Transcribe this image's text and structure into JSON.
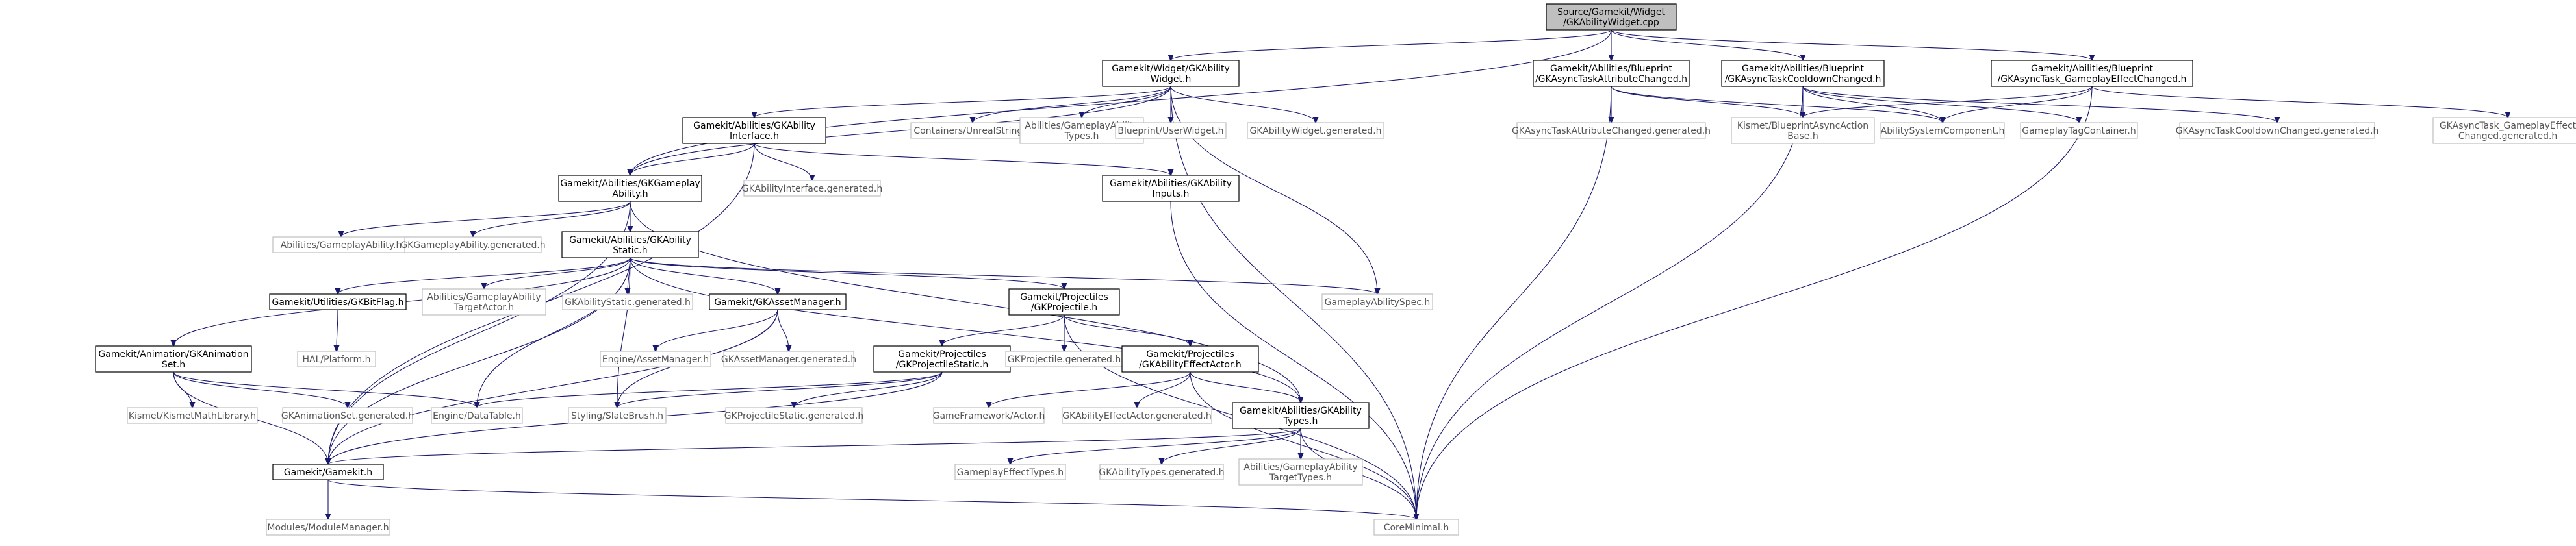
{
  "diagram": {
    "type": "include-dependency-graph",
    "edge_color": "#191970",
    "root_fill": "#bfbfbf",
    "external_border": "#bfbfbf",
    "nodes": [
      {
        "id": "root",
        "lines": [
          "Source/Gamekit/Widget",
          "/GKAbilityWidget.cpp"
        ],
        "kind": "root"
      },
      {
        "id": "widget_h",
        "lines": [
          "Gamekit/Widget/GKAbility",
          "Widget.h"
        ],
        "kind": "doc"
      },
      {
        "id": "attr_h",
        "lines": [
          "Gamekit/Abilities/Blueprint",
          "/GKAsyncTaskAttributeChanged.h"
        ],
        "kind": "doc"
      },
      {
        "id": "cool_h",
        "lines": [
          "Gamekit/Abilities/Blueprint",
          "/GKAsyncTaskCooldownChanged.h"
        ],
        "kind": "doc"
      },
      {
        "id": "gep_h",
        "lines": [
          "Gamekit/Abilities/Blueprint",
          "/GKAsyncTask_GameplayEffectChanged.h"
        ],
        "kind": "doc"
      },
      {
        "id": "iface_h",
        "lines": [
          "Gamekit/Abilities/GKAbility",
          "Interface.h"
        ],
        "kind": "doc"
      },
      {
        "id": "unrealstr",
        "lines": [
          "Containers/UnrealString.h"
        ],
        "kind": "ext"
      },
      {
        "id": "abtypes",
        "lines": [
          "Abilities/GameplayAbility",
          "Types.h"
        ],
        "kind": "ext"
      },
      {
        "id": "userwidget",
        "lines": [
          "Blueprint/UserWidget.h"
        ],
        "kind": "ext"
      },
      {
        "id": "widgetgen",
        "lines": [
          "GKAbilityWidget.generated.h"
        ],
        "kind": "ext"
      },
      {
        "id": "attrgen",
        "lines": [
          "GKAsyncTaskAttributeChanged.generated.h"
        ],
        "kind": "ext"
      },
      {
        "id": "asyncbase",
        "lines": [
          "Kismet/BlueprintAsyncAction",
          "Base.h"
        ],
        "kind": "ext"
      },
      {
        "id": "asc",
        "lines": [
          "AbilitySystemComponent.h"
        ],
        "kind": "ext"
      },
      {
        "id": "tagcont",
        "lines": [
          "GameplayTagContainer.h"
        ],
        "kind": "ext"
      },
      {
        "id": "coolgen",
        "lines": [
          "GKAsyncTaskCooldownChanged.generated.h"
        ],
        "kind": "ext"
      },
      {
        "id": "gepgen",
        "lines": [
          "GKAsyncTask_GameplayEffect",
          "Changed.generated.h"
        ],
        "kind": "ext"
      },
      {
        "id": "ga_h",
        "lines": [
          "Gamekit/Abilities/GKGameplay",
          "Ability.h"
        ],
        "kind": "doc"
      },
      {
        "id": "ifacegen",
        "lines": [
          "GKAbilityInterface.generated.h"
        ],
        "kind": "ext"
      },
      {
        "id": "inputs_h",
        "lines": [
          "Gamekit/Abilities/GKAbility",
          "Inputs.h"
        ],
        "kind": "doc"
      },
      {
        "id": "abga",
        "lines": [
          "Abilities/GameplayAbility.h"
        ],
        "kind": "ext"
      },
      {
        "id": "gagen",
        "lines": [
          "GKGameplayAbility.generated.h"
        ],
        "kind": "ext"
      },
      {
        "id": "static_h",
        "lines": [
          "Gamekit/Abilities/GKAbility",
          "Static.h"
        ],
        "kind": "doc"
      },
      {
        "id": "gaspec",
        "lines": [
          "GameplayAbilitySpec.h"
        ],
        "kind": "ext"
      },
      {
        "id": "bitflag",
        "lines": [
          "Gamekit/Utilities/GKBitFlag.h"
        ],
        "kind": "doc"
      },
      {
        "id": "targetactor",
        "lines": [
          "Abilities/GameplayAbility",
          "TargetActor.h"
        ],
        "kind": "ext"
      },
      {
        "id": "staticgen",
        "lines": [
          "GKAbilityStatic.generated.h"
        ],
        "kind": "ext"
      },
      {
        "id": "assetmgr_h",
        "lines": [
          "Gamekit/GKAssetManager.h"
        ],
        "kind": "doc"
      },
      {
        "id": "proj_h",
        "lines": [
          "Gamekit/Projectiles",
          "/GKProjectile.h"
        ],
        "kind": "doc"
      },
      {
        "id": "anim_h",
        "lines": [
          "Gamekit/Animation/GKAnimation",
          "Set.h"
        ],
        "kind": "doc"
      },
      {
        "id": "halplat",
        "lines": [
          "HAL/Platform.h"
        ],
        "kind": "ext"
      },
      {
        "id": "engassetmgr",
        "lines": [
          "Engine/AssetManager.h"
        ],
        "kind": "ext"
      },
      {
        "id": "assetgen",
        "lines": [
          "GKAssetManager.generated.h"
        ],
        "kind": "ext"
      },
      {
        "id": "projstatic_h",
        "lines": [
          "Gamekit/Projectiles",
          "/GKProjectileStatic.h"
        ],
        "kind": "doc"
      },
      {
        "id": "projgen",
        "lines": [
          "GKProjectile.generated.h"
        ],
        "kind": "ext"
      },
      {
        "id": "effactor_h",
        "lines": [
          "Gamekit/Projectiles",
          "/GKAbilityEffectActor.h"
        ],
        "kind": "doc"
      },
      {
        "id": "kismetmath",
        "lines": [
          "Kismet/KismetMathLibrary.h"
        ],
        "kind": "ext"
      },
      {
        "id": "animgen",
        "lines": [
          "GKAnimationSet.generated.h"
        ],
        "kind": "ext"
      },
      {
        "id": "datatable",
        "lines": [
          "Engine/DataTable.h"
        ],
        "kind": "ext"
      },
      {
        "id": "slatebrush",
        "lines": [
          "Styling/SlateBrush.h"
        ],
        "kind": "ext"
      },
      {
        "id": "projstaticgen",
        "lines": [
          "GKProjectileStatic.generated.h"
        ],
        "kind": "ext"
      },
      {
        "id": "gfactor",
        "lines": [
          "GameFramework/Actor.h"
        ],
        "kind": "ext"
      },
      {
        "id": "effactorgen",
        "lines": [
          "GKAbilityEffectActor.generated.h"
        ],
        "kind": "ext"
      },
      {
        "id": "types_h",
        "lines": [
          "Gamekit/Abilities/GKAbility",
          "Types.h"
        ],
        "kind": "doc"
      },
      {
        "id": "gamekit_h",
        "lines": [
          "Gamekit/Gamekit.h"
        ],
        "kind": "doc"
      },
      {
        "id": "getypes",
        "lines": [
          "GameplayEffectTypes.h"
        ],
        "kind": "ext"
      },
      {
        "id": "typesgen",
        "lines": [
          "GKAbilityTypes.generated.h"
        ],
        "kind": "ext"
      },
      {
        "id": "abtargettypes",
        "lines": [
          "Abilities/GameplayAbility",
          "TargetTypes.h"
        ],
        "kind": "ext"
      },
      {
        "id": "modmgr",
        "lines": [
          "Modules/ModuleManager.h"
        ],
        "kind": "ext"
      },
      {
        "id": "coreminimal",
        "lines": [
          "CoreMinimal.h"
        ],
        "kind": "ext"
      }
    ],
    "edges": [
      [
        "root",
        "widget_h"
      ],
      [
        "root",
        "attr_h"
      ],
      [
        "root",
        "cool_h"
      ],
      [
        "root",
        "gep_h"
      ],
      [
        "root",
        "ga_h"
      ],
      [
        "widget_h",
        "iface_h"
      ],
      [
        "widget_h",
        "unrealstr"
      ],
      [
        "widget_h",
        "abtypes"
      ],
      [
        "widget_h",
        "userwidget"
      ],
      [
        "widget_h",
        "widgetgen"
      ],
      [
        "widget_h",
        "ga_h"
      ],
      [
        "widget_h",
        "gaspec"
      ],
      [
        "widget_h",
        "coreminimal"
      ],
      [
        "attr_h",
        "attrgen"
      ],
      [
        "attr_h",
        "asyncbase"
      ],
      [
        "attr_h",
        "asc"
      ],
      [
        "attr_h",
        "coreminimal"
      ],
      [
        "cool_h",
        "asyncbase"
      ],
      [
        "cool_h",
        "asc"
      ],
      [
        "cool_h",
        "tagcont"
      ],
      [
        "cool_h",
        "coolgen"
      ],
      [
        "cool_h",
        "coreminimal"
      ],
      [
        "gep_h",
        "asyncbase"
      ],
      [
        "gep_h",
        "asc"
      ],
      [
        "gep_h",
        "gepgen"
      ],
      [
        "gep_h",
        "coreminimal"
      ],
      [
        "iface_h",
        "ga_h"
      ],
      [
        "iface_h",
        "ifacegen"
      ],
      [
        "iface_h",
        "inputs_h"
      ],
      [
        "iface_h",
        "gamekit_h"
      ],
      [
        "inputs_h",
        "coreminimal"
      ],
      [
        "ga_h",
        "abga"
      ],
      [
        "ga_h",
        "gagen"
      ],
      [
        "ga_h",
        "static_h"
      ],
      [
        "ga_h",
        "types_h"
      ],
      [
        "ga_h",
        "gamekit_h"
      ],
      [
        "static_h",
        "bitflag"
      ],
      [
        "static_h",
        "targetactor"
      ],
      [
        "static_h",
        "staticgen"
      ],
      [
        "static_h",
        "assetmgr_h"
      ],
      [
        "static_h",
        "proj_h"
      ],
      [
        "static_h",
        "anim_h"
      ],
      [
        "static_h",
        "gaspec"
      ],
      [
        "static_h",
        "datatable"
      ],
      [
        "static_h",
        "slatebrush"
      ],
      [
        "static_h",
        "gamekit_h"
      ],
      [
        "static_h",
        "types_h"
      ],
      [
        "bitflag",
        "halplat"
      ],
      [
        "assetmgr_h",
        "engassetmgr"
      ],
      [
        "assetmgr_h",
        "assetgen"
      ],
      [
        "assetmgr_h",
        "gamekit_h"
      ],
      [
        "assetmgr_h",
        "slatebrush"
      ],
      [
        "proj_h",
        "projstatic_h"
      ],
      [
        "proj_h",
        "projgen"
      ],
      [
        "proj_h",
        "effactor_h"
      ],
      [
        "proj_h",
        "coreminimal"
      ],
      [
        "anim_h",
        "kismetmath"
      ],
      [
        "anim_h",
        "animgen"
      ],
      [
        "anim_h",
        "datatable"
      ],
      [
        "anim_h",
        "gamekit_h"
      ],
      [
        "projstatic_h",
        "datatable"
      ],
      [
        "projstatic_h",
        "slatebrush"
      ],
      [
        "projstatic_h",
        "projstaticgen"
      ],
      [
        "projstatic_h",
        "gamekit_h"
      ],
      [
        "effactor_h",
        "gfactor"
      ],
      [
        "effactor_h",
        "effactorgen"
      ],
      [
        "effactor_h",
        "types_h"
      ],
      [
        "effactor_h",
        "coreminimal"
      ],
      [
        "types_h",
        "getypes"
      ],
      [
        "types_h",
        "typesgen"
      ],
      [
        "types_h",
        "abtargettypes"
      ],
      [
        "types_h",
        "gamekit_h"
      ],
      [
        "types_h",
        "coreminimal"
      ],
      [
        "gamekit_h",
        "modmgr"
      ],
      [
        "gamekit_h",
        "coreminimal"
      ]
    ]
  }
}
